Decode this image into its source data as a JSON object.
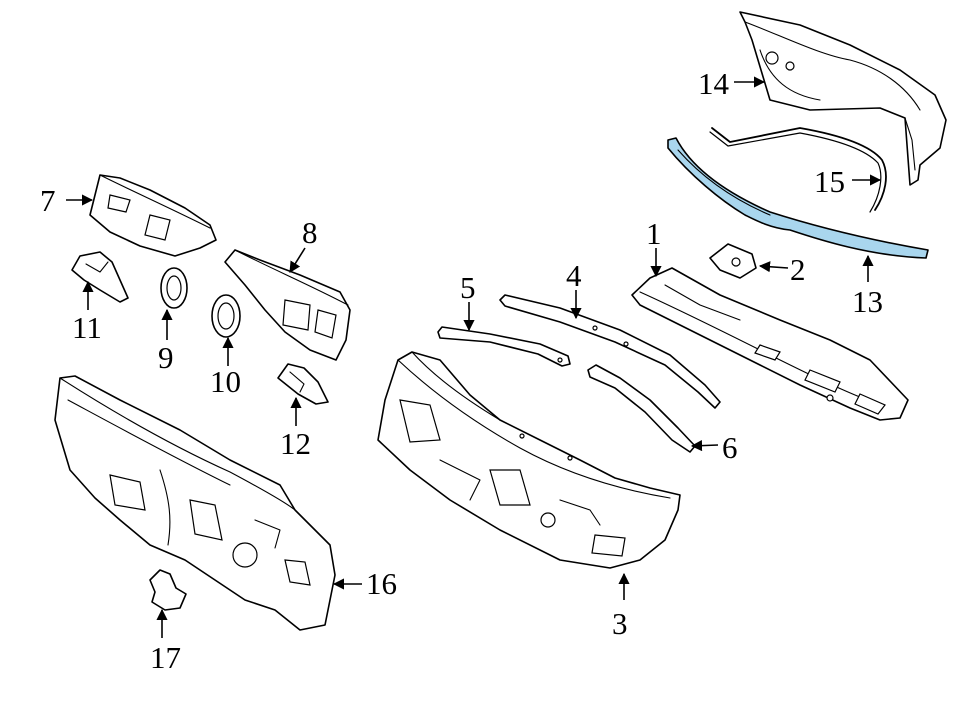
{
  "colors": {
    "line": "#000000",
    "background": "#ffffff",
    "highlight": "#a9d6ee"
  },
  "callouts": {
    "c1": "1",
    "c2": "2",
    "c3": "3",
    "c4": "4",
    "c5": "5",
    "c6": "6",
    "c7": "7",
    "c8": "8",
    "c9": "9",
    "c10": "10",
    "c11": "11",
    "c12": "12",
    "c13": "13",
    "c14": "14",
    "c15": "15",
    "c16": "16",
    "c17": "17"
  }
}
